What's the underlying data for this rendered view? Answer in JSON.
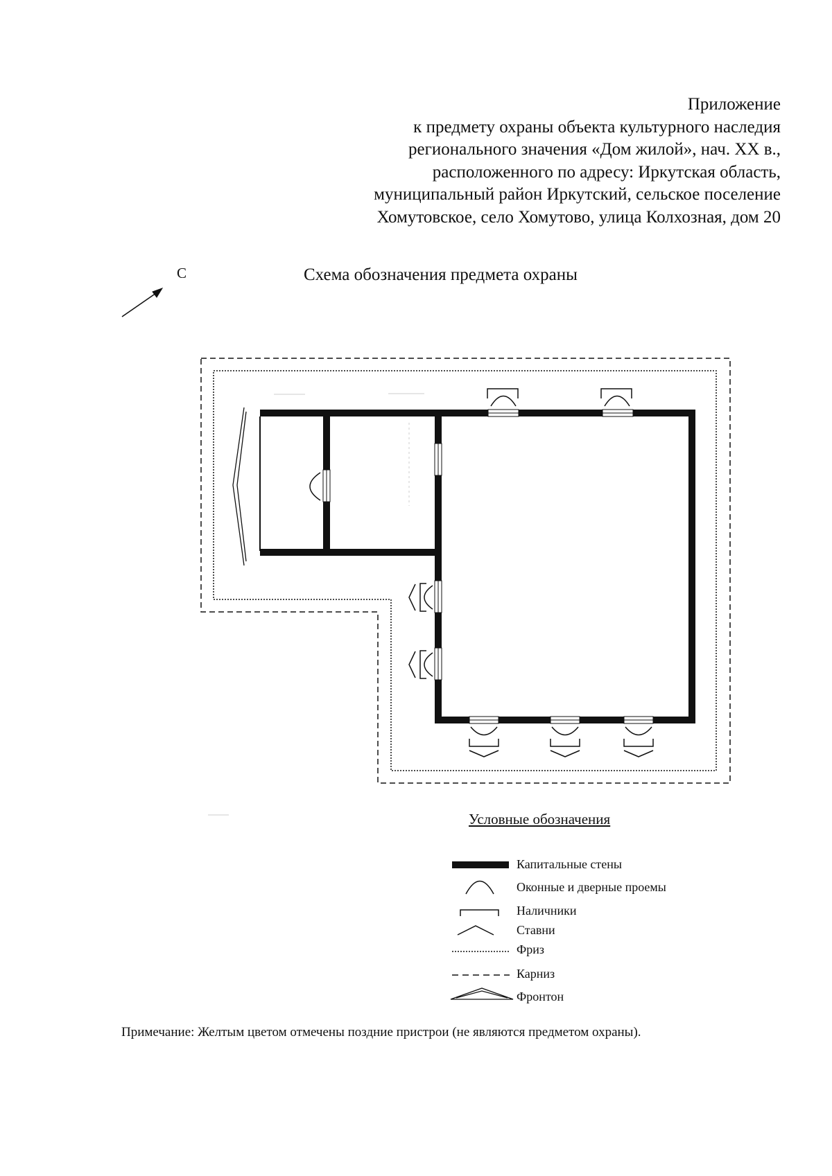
{
  "appendix": {
    "lines": [
      "Приложение",
      "к предмету охраны объекта культурного наследия",
      "регионального значения «Дом жилой», нач. XX в.,",
      "расположенного по адресу: Иркутская область,",
      "муниципальный район Иркутский, сельское поселение",
      "Хомутовское, село Хомутово, улица Колхозная, дом 20"
    ]
  },
  "north_label": "С",
  "scheme_title": "Схема обозначения предмета охраны",
  "legend": {
    "title": "Условные обозначения",
    "items": [
      {
        "symbol": "wall-symbol",
        "label": "Капитальные стены"
      },
      {
        "symbol": "opening-symbol",
        "label": "Оконные и дверные  проемы"
      },
      {
        "symbol": "casing-symbol",
        "label": "Наличники"
      },
      {
        "symbol": "shutter-symbol",
        "label": "Ставни"
      },
      {
        "symbol": "frieze-symbol",
        "label": "Фриз"
      },
      {
        "symbol": "cornice-symbol",
        "label": "Карниз"
      },
      {
        "symbol": "pediment-symbol",
        "label": "Фронтон"
      }
    ]
  },
  "note": "Примечание: Желтым цветом отмечены поздние пристрои (не являются предметом охраны)."
}
